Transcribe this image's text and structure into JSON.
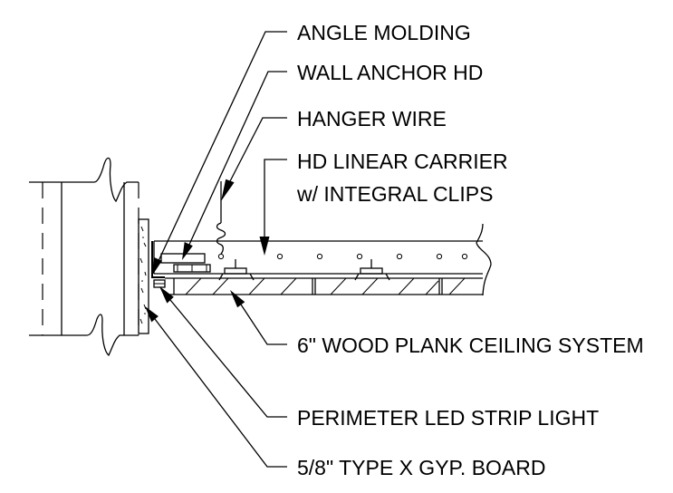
{
  "labels": {
    "angle_molding": "ANGLE MOLDING",
    "wall_anchor": "WALL ANCHOR HD",
    "hanger_wire": "HANGER WIRE",
    "carrier_line1": "HD LINEAR CARRIER",
    "carrier_line2": "w/ INTEGRAL CLIPS",
    "wood_plank": "6\" WOOD PLANK CEILING SYSTEM",
    "led_strip": "PERIMETER LED STRIP LIGHT",
    "gyp_board": "5/8\" TYPE X GYP. BOARD"
  },
  "colors": {
    "line": "#000000",
    "background": "#ffffff"
  }
}
